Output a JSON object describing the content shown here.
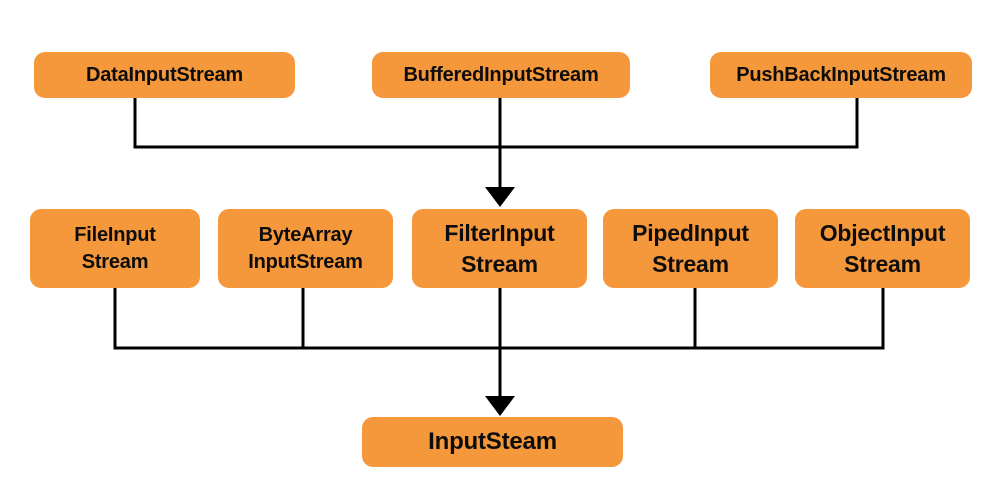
{
  "diagram": {
    "type": "hierarchy",
    "background_color": "#ffffff",
    "node_fill_color": "#F5973B",
    "node_text_color": "#0d0d0d",
    "connector_color": "#000000",
    "nodes": {
      "data_input_stream": {
        "label": "DataInputStream"
      },
      "buffered_input_stream": {
        "label": "BufferedInputStream"
      },
      "push_back_input_stream": {
        "label": "PushBackInputStream"
      },
      "file_input_stream": {
        "line1": "FileInput",
        "line2": "Stream"
      },
      "byte_array_input_stream": {
        "line1": "ByteArray",
        "line2": "InputStream"
      },
      "filter_input_stream": {
        "line1": "FilterInput",
        "line2": "Stream"
      },
      "piped_input_stream": {
        "line1": "PipedInput",
        "line2": "Stream"
      },
      "object_input_stream": {
        "line1": "ObjectInput",
        "line2": "Stream"
      },
      "input_steam": {
        "label": "InputSteam"
      }
    },
    "edges": [
      {
        "from": [
          "DataInputStream",
          "BufferedInputStream",
          "PushBackInputStream"
        ],
        "to": "FilterInputStream",
        "style": "arrow-down"
      },
      {
        "from": [
          "FileInputStream",
          "ByteArrayInputStream",
          "FilterInputStream",
          "PipedInputStream",
          "ObjectInputStream"
        ],
        "to": "InputSteam",
        "style": "arrow-down"
      }
    ]
  }
}
